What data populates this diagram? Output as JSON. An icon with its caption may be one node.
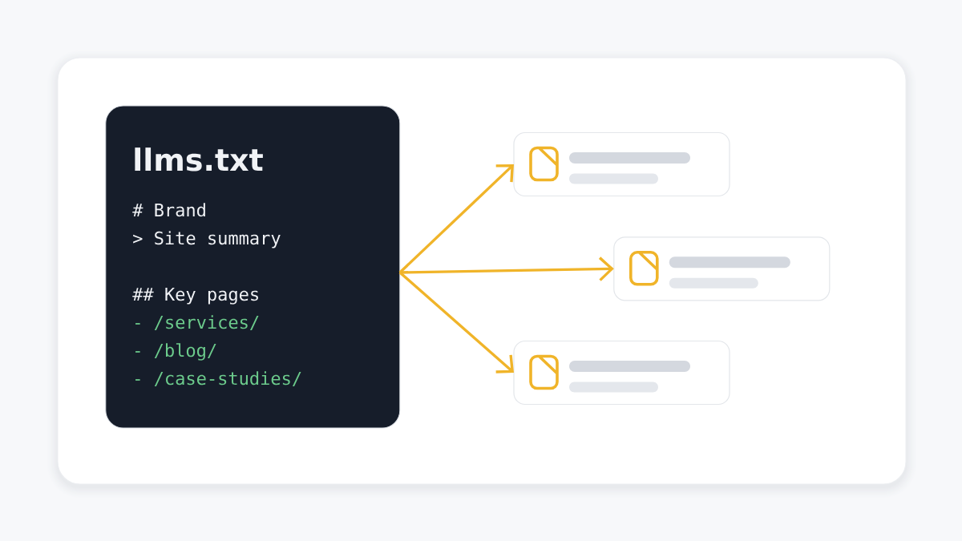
{
  "diagram": {
    "nodes": [
      {
        "text": [
          "llms.txt",
          "# Brand",
          "> Site summary",
          "## Key pages",
          "- /services/",
          "- /blog/",
          "- /case-studies/"
        ]
      },
      {
        "text": [],
        "shape": "box"
      },
      {
        "text": [],
        "shape": "box"
      },
      {
        "text": [],
        "shape": "box"
      }
    ],
    "edges": [
      {
        "from": 0,
        "to": 1,
        "arrow": "to"
      },
      {
        "from": 0,
        "to": 2,
        "arrow": "to"
      },
      {
        "from": 0,
        "to": 3,
        "arrow": "to"
      }
    ]
  }
}
